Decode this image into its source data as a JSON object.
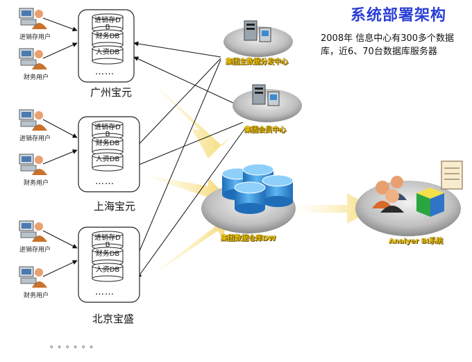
{
  "title": "系统部署架构",
  "description": "2008年 信息中心有300多个数据库，近6、70台数据库服务器",
  "sites": [
    {
      "name": "广州宝元",
      "dbs": [
        "进销存DB",
        "财务DB",
        "人资DB"
      ],
      "more": "……",
      "users": [
        "进销存用户",
        "财务用户"
      ]
    },
    {
      "name": "上海宝元",
      "dbs": [
        "进销存DB",
        "财务DB",
        "人资DB"
      ],
      "more": "……",
      "users": [
        "进销存用户",
        "财务用户"
      ]
    },
    {
      "name": "北京宝盛",
      "dbs": [
        "进销存DB",
        "财务DB",
        "人资DB"
      ],
      "more": "……",
      "users": [
        "进销存用户",
        "财务用户"
      ]
    }
  ],
  "centers": {
    "main_data": "集团主数据分发中心",
    "member": "集团会员中心",
    "warehouse": "集团数据仓库DW",
    "bi": "Analyer BI系统"
  },
  "footer_more": "。。。。。。",
  "colors": {
    "title": "#2b3fd6",
    "arrow_glow": "#f5e08a",
    "label_gold": "#f2c600",
    "db_blue": "#2f8fd8"
  }
}
